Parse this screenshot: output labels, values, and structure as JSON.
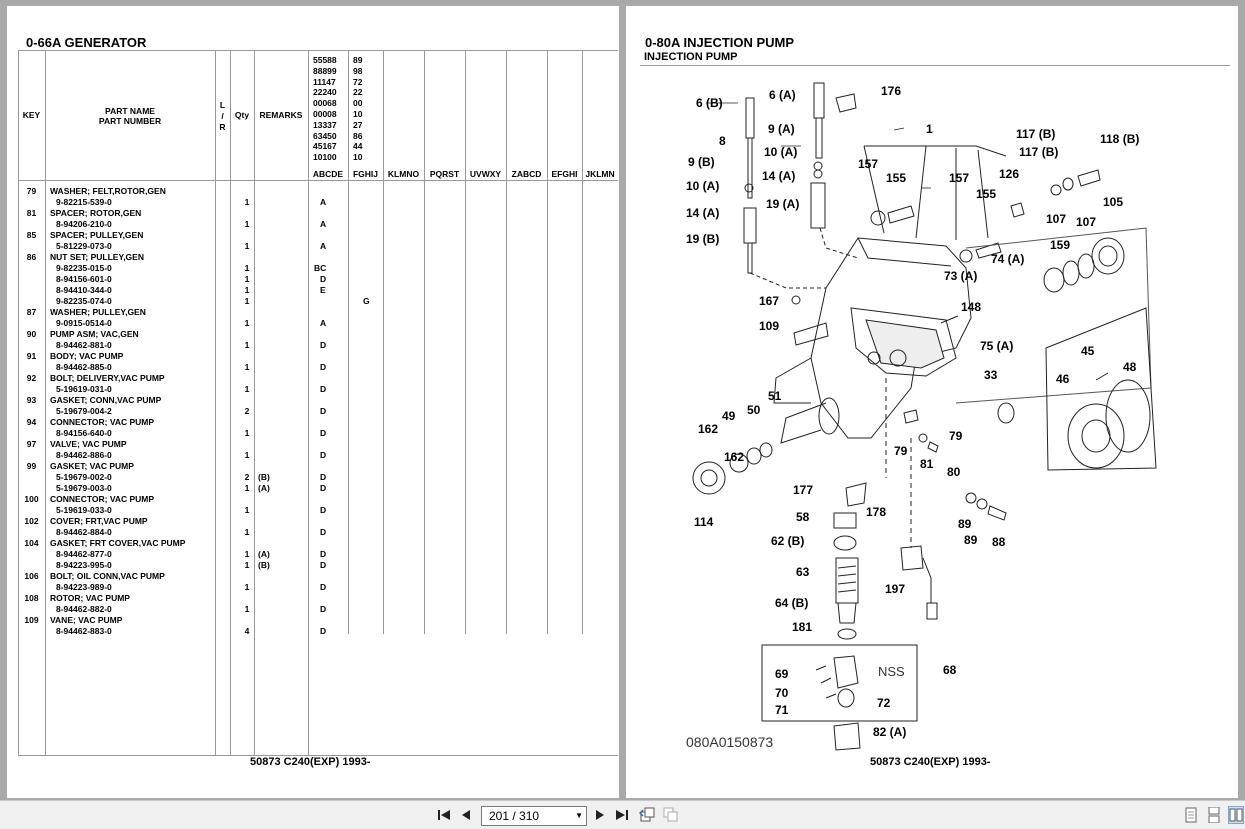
{
  "left_page": {
    "title": "0-66A  GENERATOR",
    "footer": "50873 C240(EXP) 1993-",
    "headers": {
      "key": "KEY",
      "part_name": "PART NAME",
      "part_number": "PART NUMBER",
      "lr_l": "L",
      "lr_sep": "/",
      "lr_r": "R",
      "qty": "Qty",
      "remarks": "REMARKS"
    },
    "code_col1": [
      "55588",
      "88899",
      "11147",
      "22240",
      "00068",
      "00008",
      "13337",
      "63450",
      "45167",
      "10100"
    ],
    "code_col2": [
      "89",
      "98",
      "72",
      "22",
      "00",
      "10",
      "27",
      "86",
      "44",
      "10"
    ],
    "column_groups": [
      "ABCDE",
      "FGHIJ",
      "KLMNO",
      "PQRST",
      "UVWXY",
      "ZABCD",
      "EFGHI",
      "JKLMN"
    ],
    "rows": [
      {
        "key": "79",
        "text": "WASHER; FELT,ROTOR,GEN",
        "qty": "",
        "rem": "",
        "code": ""
      },
      {
        "key": "",
        "text": "9-82215-539-0",
        "qty": "1",
        "rem": "",
        "code": "A"
      },
      {
        "key": "81",
        "text": "SPACER; ROTOR,GEN",
        "qty": "",
        "rem": "",
        "code": ""
      },
      {
        "key": "",
        "text": "8-94206-210-0",
        "qty": "1",
        "rem": "",
        "code": "A"
      },
      {
        "key": "85",
        "text": "SPACER; PULLEY,GEN",
        "qty": "",
        "rem": "",
        "code": ""
      },
      {
        "key": "",
        "text": "5-81229-073-0",
        "qty": "1",
        "rem": "",
        "code": "A"
      },
      {
        "key": "86",
        "text": "NUT SET; PULLEY,GEN",
        "qty": "",
        "rem": "",
        "code": ""
      },
      {
        "key": "",
        "text": "9-82235-015-0",
        "qty": "1",
        "rem": "",
        "code": "BC"
      },
      {
        "key": "",
        "text": "8-94156-601-0",
        "qty": "1",
        "rem": "",
        "code": "D"
      },
      {
        "key": "",
        "text": "8-94410-344-0",
        "qty": "1",
        "rem": "",
        "code": "E"
      },
      {
        "key": "",
        "text": "9-82235-074-0",
        "qty": "1",
        "rem": "",
        "code": "",
        "code2": "G"
      },
      {
        "key": "87",
        "text": "WASHER; PULLEY,GEN",
        "qty": "",
        "rem": "",
        "code": ""
      },
      {
        "key": "",
        "text": "9-0915-0514-0",
        "qty": "1",
        "rem": "",
        "code": "A"
      },
      {
        "key": "90",
        "text": "PUMP ASM; VAC,GEN",
        "qty": "",
        "rem": "",
        "code": ""
      },
      {
        "key": "",
        "text": "8-94462-881-0",
        "qty": "1",
        "rem": "",
        "code": "D"
      },
      {
        "key": "91",
        "text": "BODY; VAC PUMP",
        "qty": "",
        "rem": "",
        "code": ""
      },
      {
        "key": "",
        "text": "8-94462-885-0",
        "qty": "1",
        "rem": "",
        "code": "D"
      },
      {
        "key": "92",
        "text": "BOLT; DELIVERY,VAC PUMP",
        "qty": "",
        "rem": "",
        "code": ""
      },
      {
        "key": "",
        "text": "5-19619-031-0",
        "qty": "1",
        "rem": "",
        "code": "D"
      },
      {
        "key": "93",
        "text": "GASKET; CONN,VAC PUMP",
        "qty": "",
        "rem": "",
        "code": ""
      },
      {
        "key": "",
        "text": "5-19679-004-2",
        "qty": "2",
        "rem": "",
        "code": "D"
      },
      {
        "key": "94",
        "text": "CONNECTOR; VAC PUMP",
        "qty": "",
        "rem": "",
        "code": ""
      },
      {
        "key": "",
        "text": "8-94156-640-0",
        "qty": "1",
        "rem": "",
        "code": "D"
      },
      {
        "key": "97",
        "text": "VALVE; VAC PUMP",
        "qty": "",
        "rem": "",
        "code": ""
      },
      {
        "key": "",
        "text": "8-94462-886-0",
        "qty": "1",
        "rem": "",
        "code": "D"
      },
      {
        "key": "99",
        "text": "GASKET; VAC PUMP",
        "qty": "",
        "rem": "",
        "code": ""
      },
      {
        "key": "",
        "text": "5-19679-002-0",
        "qty": "2",
        "rem": "(B)",
        "code": "D"
      },
      {
        "key": "",
        "text": "5-19679-003-0",
        "qty": "1",
        "rem": "(A)",
        "code": "D"
      },
      {
        "key": "100",
        "text": "CONNECTOR; VAC PUMP",
        "qty": "",
        "rem": "",
        "code": ""
      },
      {
        "key": "",
        "text": "5-19619-033-0",
        "qty": "1",
        "rem": "",
        "code": "D"
      },
      {
        "key": "102",
        "text": "COVER; FRT,VAC PUMP",
        "qty": "",
        "rem": "",
        "code": ""
      },
      {
        "key": "",
        "text": "8-94462-884-0",
        "qty": "1",
        "rem": "",
        "code": "D"
      },
      {
        "key": "104",
        "text": "GASKET; FRT COVER,VAC PUMP",
        "qty": "",
        "rem": "",
        "code": ""
      },
      {
        "key": "",
        "text": "8-94462-877-0",
        "qty": "1",
        "rem": "(A)",
        "code": "D"
      },
      {
        "key": "",
        "text": "8-94223-995-0",
        "qty": "1",
        "rem": "(B)",
        "code": "D"
      },
      {
        "key": "106",
        "text": "BOLT; OIL CONN,VAC PUMP",
        "qty": "",
        "rem": "",
        "code": ""
      },
      {
        "key": "",
        "text": "8-94223-989-0",
        "qty": "1",
        "rem": "",
        "code": "D"
      },
      {
        "key": "108",
        "text": "ROTOR; VAC PUMP",
        "qty": "",
        "rem": "",
        "code": ""
      },
      {
        "key": "",
        "text": "8-94462-882-0",
        "qty": "1",
        "rem": "",
        "code": "D"
      },
      {
        "key": "109",
        "text": "VANE; VAC PUMP",
        "qty": "",
        "rem": "",
        "code": ""
      },
      {
        "key": "",
        "text": "8-94462-883-0",
        "qty": "4",
        "rem": "",
        "code": "D"
      }
    ]
  },
  "right_page": {
    "title": "0-80A  INJECTION PUMP",
    "subtitle": "INJECTION PUMP",
    "footer": "50873 C240(EXP) 1993-",
    "drawing_code": "080A0150873",
    "nss_label": "NSS",
    "callouts": [
      "6 (B)",
      "6 (A)",
      "176",
      "1",
      "117 (B)",
      "118 (B)",
      "8",
      "9 (A)",
      "10 (A)",
      "9 (B)",
      "10 (A)",
      "14 (A)",
      "14 (A)",
      "19 (A)",
      "19 (B)",
      "157",
      "155",
      "157",
      "155",
      "126",
      "117 (B)",
      "105",
      "107",
      "107",
      "159",
      "74 (A)",
      "73 (A)",
      "167",
      "148",
      "109",
      "75 (A)",
      "45",
      "48",
      "46",
      "33",
      "51",
      "50",
      "49",
      "162",
      "79",
      "79",
      "81",
      "80",
      "162",
      "114",
      "177",
      "178",
      "58",
      "89",
      "89",
      "88",
      "62 (B)",
      "197",
      "63",
      "64 (B)",
      "181",
      "69",
      "70",
      "71",
      "68",
      "72",
      "82 (A)"
    ]
  },
  "toolbar": {
    "page_indicator": "201 / 310"
  }
}
